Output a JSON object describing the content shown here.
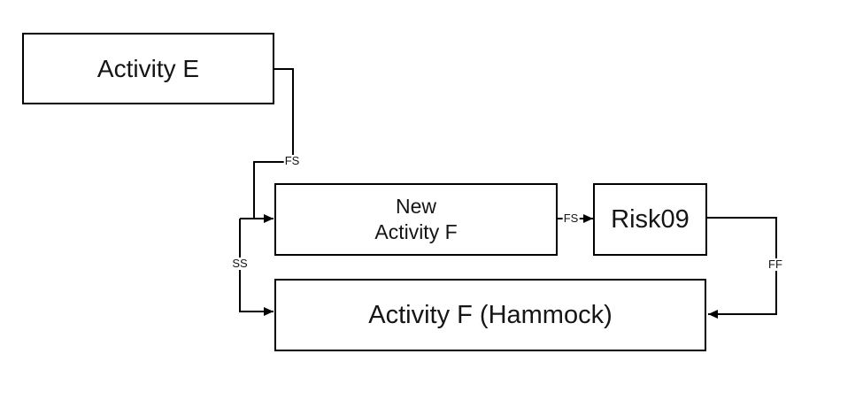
{
  "diagram": {
    "background_color": "#ffffff",
    "line_color": "#000000",
    "text_color": "#151515",
    "nodes": {
      "activity_e": {
        "label": "Activity E"
      },
      "new_activity_f": {
        "line1": "New",
        "line2": "Activity F"
      },
      "risk09": {
        "label": "Risk09"
      },
      "activity_f_hammock": {
        "label": "Activity F (Hammock)"
      }
    },
    "connectors": [
      {
        "id": "e-to-new-f",
        "label": "FS",
        "from": "Activity E",
        "to": "New Activity F"
      },
      {
        "id": "new-f-to-hammock",
        "label": "SS",
        "from": "New Activity F",
        "to": "Activity F (Hammock)"
      },
      {
        "id": "new-f-to-risk09",
        "label": "FS",
        "from": "New Activity F",
        "to": "Risk09"
      },
      {
        "id": "risk09-to-hammock",
        "label": "FF",
        "from": "Risk09",
        "to": "Activity F (Hammock)"
      }
    ]
  }
}
